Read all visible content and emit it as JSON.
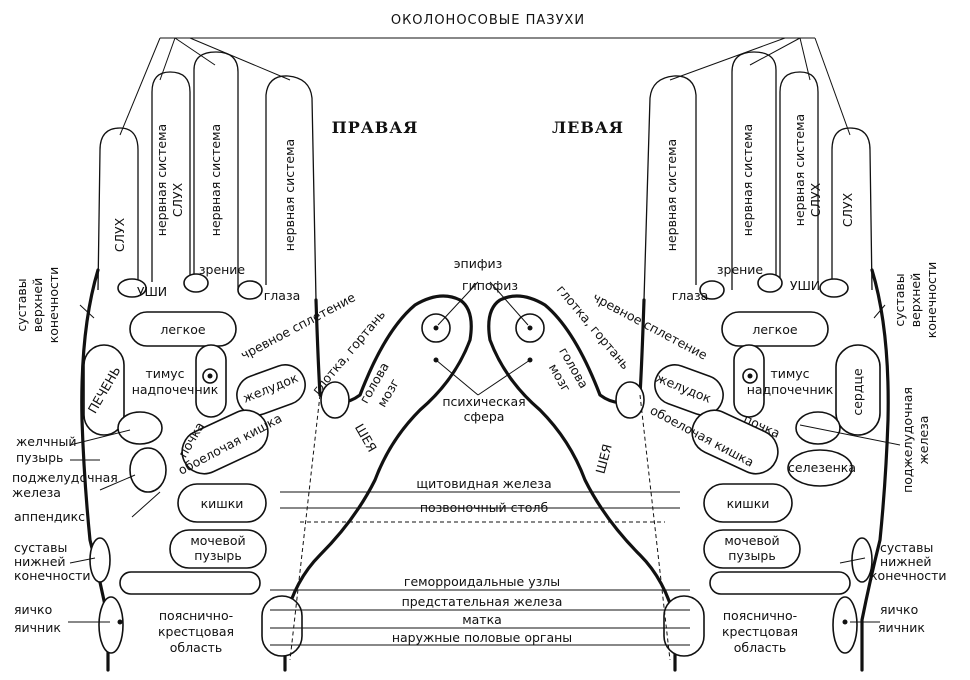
{
  "header": {
    "top_label": "ОКОЛОНОСОВЫЕ ПАЗУХИ",
    "right_hand_title": "ПРАВАЯ",
    "left_hand_title": "ЛЕВАЯ"
  },
  "right_hand": {
    "fingers": {
      "thumb": "СЛУХ",
      "index_outer": "нервная система",
      "index_inner": "СЛУХ",
      "middle": "нервная система",
      "ring": "нервная система"
    },
    "zones": {
      "ears": "УШИ",
      "vision": "зрение",
      "eyes": "глаза",
      "lung": "легкое",
      "solar_plexus": "чревное сплетение",
      "liver": "ПЕЧЕНЬ",
      "thymus": "тимус",
      "adrenal": "надпочечник",
      "stomach": "желудок",
      "kidney": "почка",
      "duodenum": "обоелочая кишка",
      "intestine": "кишки",
      "bladder_1": "мочевой",
      "bladder_2": "пузырь",
      "lumbo_1": "пояснично-",
      "lumbo_2": "крестцовая",
      "lumbo_3": "область",
      "throat": "глотка, гортань",
      "head_brain_1": "голова",
      "head_brain_2": "мозг",
      "neck": "ШЕЯ"
    },
    "side_labels": {
      "upper_joints_1": "суставы",
      "upper_joints_2": "верхней",
      "upper_joints_3": "конечности",
      "gallbladder_1": "желчный",
      "gallbladder_2": "пузырь",
      "pancreas_1": "поджелудочная",
      "pancreas_2": "железа",
      "appendix": "аппендикс",
      "lower_joints_1": "суставы",
      "lower_joints_2": "нижней",
      "lower_joints_3": "конечности",
      "testis": "яичко",
      "ovary": "яичник"
    }
  },
  "left_hand": {
    "fingers": {
      "thumb": "СЛУХ",
      "index_outer": "нервная система",
      "index_inner": "СЛУХ",
      "middle": "нервная система",
      "ring": "нервная система"
    },
    "zones": {
      "ears": "УШИ",
      "vision": "зрение",
      "eyes": "глаза",
      "lung": "легкое",
      "solar_plexus": "чревное сплетение",
      "heart": "сердце",
      "thymus": "тимус",
      "adrenal": "надпочечник",
      "stomach": "желудок",
      "kidney": "почка",
      "duodenum": "обоелочая кишка",
      "spleen": "селезенка",
      "intestine": "кишки",
      "bladder_1": "мочевой",
      "bladder_2": "пузырь",
      "lumbo_1": "пояснично-",
      "lumbo_2": "крестцовая",
      "lumbo_3": "область",
      "throat": "глотка, гортань",
      "head_brain_1": "голова",
      "head_brain_2": "мозг",
      "neck": "ШЕЯ"
    },
    "side_labels": {
      "upper_joints_1": "суставы",
      "upper_joints_2": "верхней",
      "upper_joints_3": "конечности",
      "pancreas_1": "поджелудочная",
      "pancreas_2": "железа",
      "lower_joints_1": "суставы",
      "lower_joints_2": "нижней",
      "lower_joints_3": "конечности",
      "testis": "яичко",
      "ovary": "яичник"
    }
  },
  "center": {
    "epiphysis": "эпифиз",
    "hypophysis": "гипофиз",
    "psychic_1": "психическая",
    "psychic_2": "сфера",
    "thyroid": "щитовидная железа",
    "spine": "позвоночный столб",
    "hemorrhoid": "геморроидальные узлы",
    "prostate": "предстательная железа",
    "uterus": "матка",
    "genitals": "наружные половые органы"
  }
}
